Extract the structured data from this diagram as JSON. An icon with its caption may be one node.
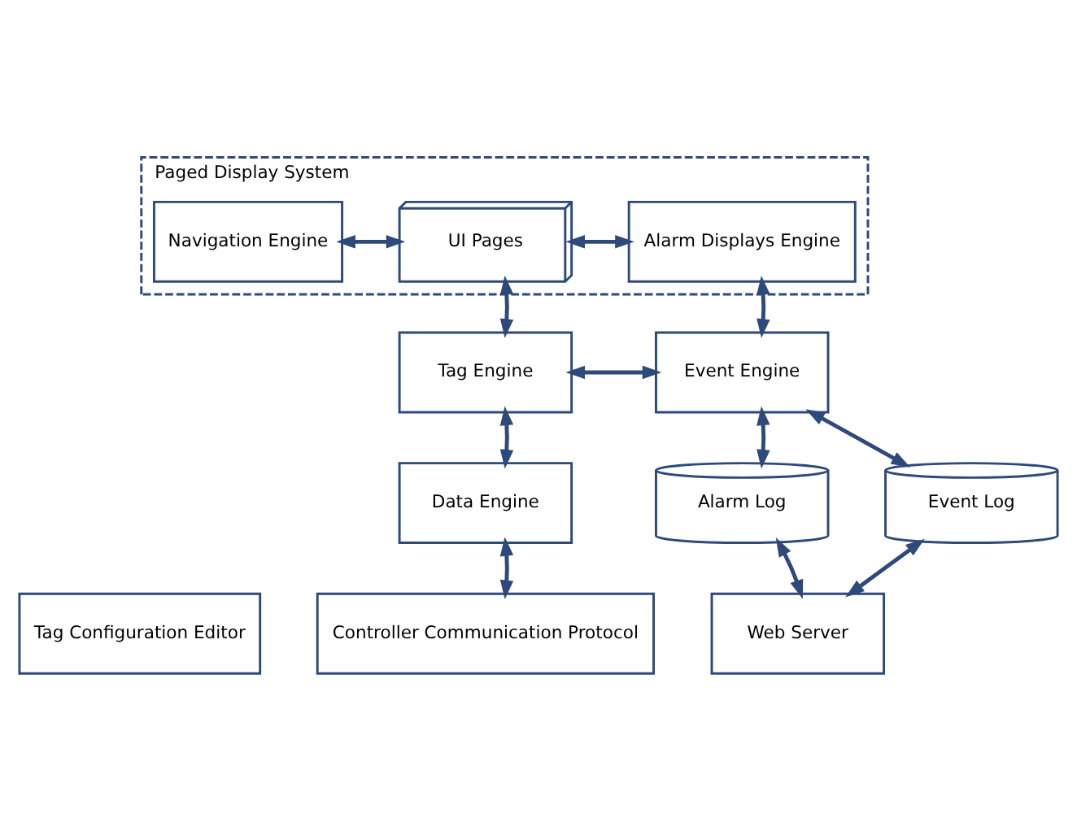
{
  "diagram": {
    "nodes": [
      {
        "text": [
          "Paged Display System"
        ]
      },
      {
        "text": [
          "Navigation Engine"
        ],
        "in": 0
      },
      {
        "text": [
          "UI Pages"
        ],
        "in": 0
      },
      {
        "text": [
          "Alarm Displays Engine"
        ],
        "in": 0
      },
      {
        "text": [
          "Tag Engine"
        ]
      },
      {
        "text": [
          "Event Engine"
        ]
      },
      {
        "text": [
          "Data Engine"
        ]
      },
      {
        "text": [
          "Alarm Log"
        ]
      },
      {
        "text": [
          "Event Log"
        ]
      },
      {
        "text": [
          "Tag Configuration Editor"
        ]
      },
      {
        "text": [
          "Controller Communication Protocol"
        ]
      },
      {
        "text": [
          "Web Server"
        ]
      }
    ],
    "edges": [
      {
        "from": 1,
        "to": 2,
        "arrow": "both"
      },
      {
        "from": 2,
        "to": 3,
        "arrow": "both"
      },
      {
        "from": 2,
        "to": 4,
        "arrow": "both"
      },
      {
        "from": 3,
        "to": 5,
        "arrow": "both"
      },
      {
        "from": 4,
        "to": 5,
        "arrow": "both"
      },
      {
        "from": 4,
        "to": 6,
        "arrow": "both"
      },
      {
        "from": 5,
        "to": 7,
        "arrow": "both"
      },
      {
        "from": 5,
        "to": 8,
        "arrow": "both"
      },
      {
        "from": 6,
        "to": 10,
        "arrow": "both"
      },
      {
        "from": 7,
        "to": 11,
        "arrow": "both"
      },
      {
        "from": 8,
        "to": 11,
        "arrow": "both"
      }
    ]
  }
}
